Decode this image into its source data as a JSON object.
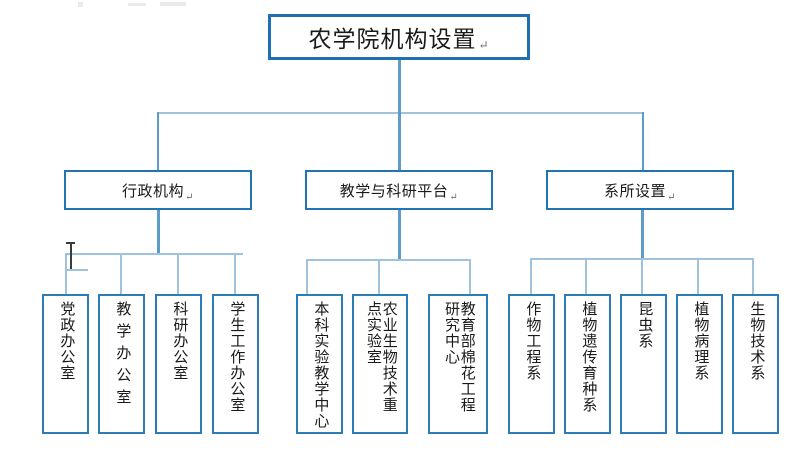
{
  "document": {
    "title": "农学院机构设置",
    "title_mark": "↵"
  },
  "chart_data": {
    "type": "diagram",
    "subtype": "organizational-chart",
    "orientation": "top-down",
    "accent_color": "#2275B5",
    "line_color": "#9FC3DE",
    "root": "农学院机构设置",
    "levels": 3
  },
  "root": {
    "label": "农学院机构设置"
  },
  "branches": [
    {
      "label": "行政机构",
      "children": [
        {
          "label": "党政办公室"
        },
        {
          "label": "教学办公室"
        },
        {
          "label": "科研办公室"
        },
        {
          "label": "学生工作办公室"
        }
      ]
    },
    {
      "label": "教学与科研平台",
      "children": [
        {
          "label": "本科实验教学中心"
        },
        {
          "label": "农业生物技术重点实验室"
        },
        {
          "label": "教育部棉花工程研究中心"
        }
      ]
    },
    {
      "label": "系所设置",
      "children": [
        {
          "label": "作物工程系"
        },
        {
          "label": "植物遗传育种系"
        },
        {
          "label": "昆虫系"
        },
        {
          "label": "植物病理系"
        },
        {
          "label": "生物技术系"
        }
      ]
    }
  ]
}
